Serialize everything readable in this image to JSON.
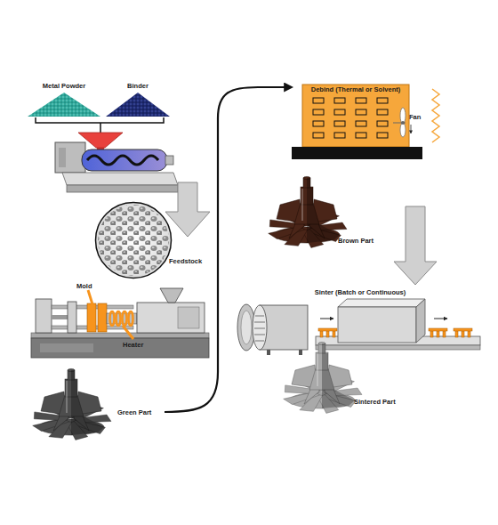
{
  "diagram": {
    "nodes": [
      {
        "text": [
          "Metal Powder"
        ]
      },
      {
        "text": [
          "Binder"
        ]
      },
      {
        "text": [
          "Feedstock"
        ]
      },
      {
        "text": [
          "Green Part"
        ]
      },
      {
        "text": [
          "Debind (Thermal or Solvent)"
        ]
      },
      {
        "text": [
          "Brown Part"
        ]
      },
      {
        "text": [
          "Sinter (Batch or Continuous)"
        ]
      },
      {
        "text": [
          "Sintered Part"
        ]
      }
    ],
    "edges": [
      {
        "from": 3,
        "to": 4,
        "arrow": "to"
      },
      {
        "from": 5,
        "to": 6,
        "arrow": "to"
      }
    ],
    "labels": [
      "Mold",
      "Heater",
      "Fan"
    ]
  }
}
